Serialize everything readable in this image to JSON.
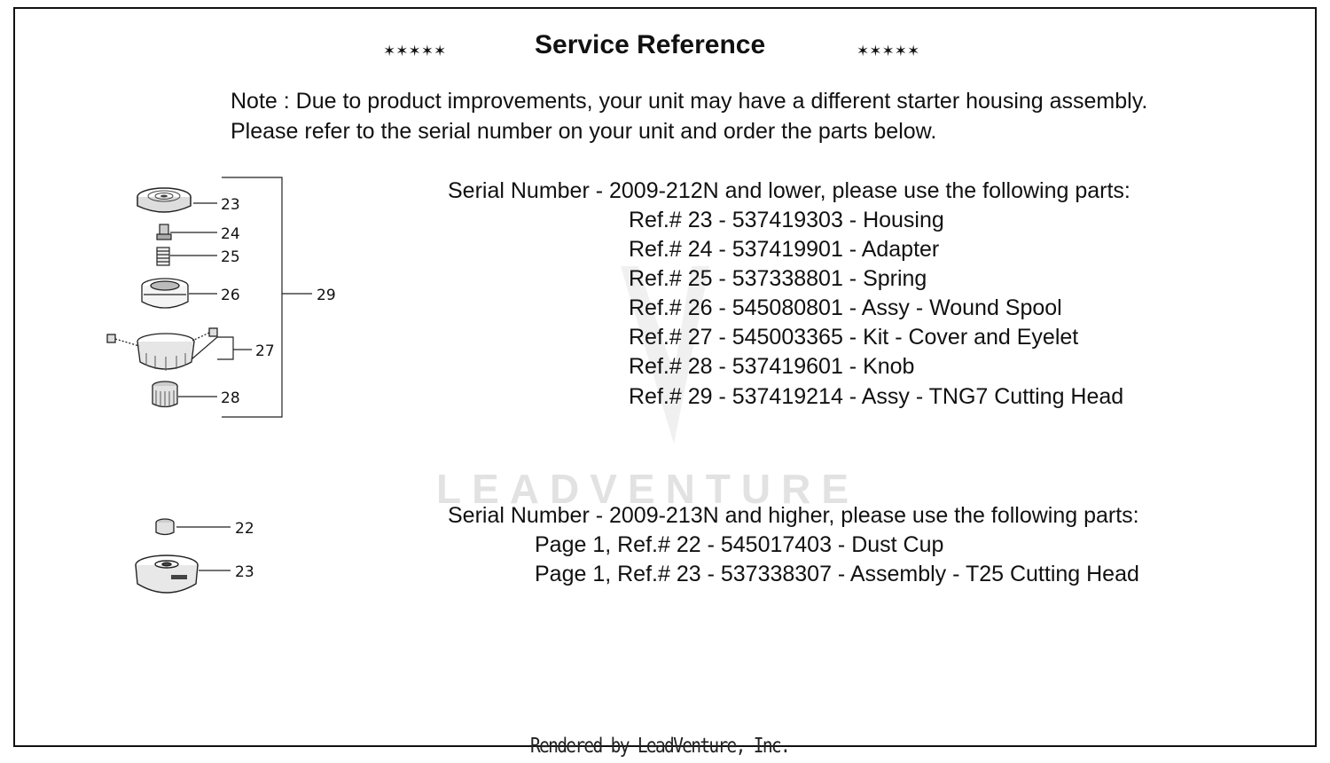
{
  "header": {
    "title": "Service Reference",
    "stars_left": "✶✶✶✶✶",
    "stars_right": "✶✶✶✶✶"
  },
  "note": {
    "line1": "Note : Due to product improvements, your unit may have a different starter housing assembly.",
    "line2": "Please refer to the serial number on your unit and order the parts below."
  },
  "section1": {
    "heading": "Serial Number - 2009-212N and lower, please use the following parts:",
    "parts": [
      "Ref.# 23 - 537419303 - Housing",
      "Ref.# 24 - 537419901 - Adapter",
      "Ref.# 25 - 537338801 - Spring",
      "Ref.# 26 - 545080801 - Assy - Wound Spool",
      "Ref.# 27 - 545003365 - Kit - Cover and Eyelet",
      "Ref.# 28 - 537419601 - Knob",
      "Ref.# 29 - 537419214 - Assy - TNG7 Cutting Head"
    ]
  },
  "section2": {
    "heading": "Serial Number - 2009-213N and higher, please use the following parts:",
    "parts": [
      "Page 1, Ref.# 22 - 545017403 - Dust Cup",
      "Page 1, Ref.# 23 - 537338307 - Assembly - T25 Cutting Head"
    ]
  },
  "diagram1": {
    "callouts": [
      "23",
      "24",
      "25",
      "26",
      "27",
      "28",
      "29"
    ]
  },
  "diagram2": {
    "callouts": [
      "22",
      "23"
    ]
  },
  "watermark": "LEADVENTURE",
  "footer": "Rendered by LeadVenture, Inc."
}
